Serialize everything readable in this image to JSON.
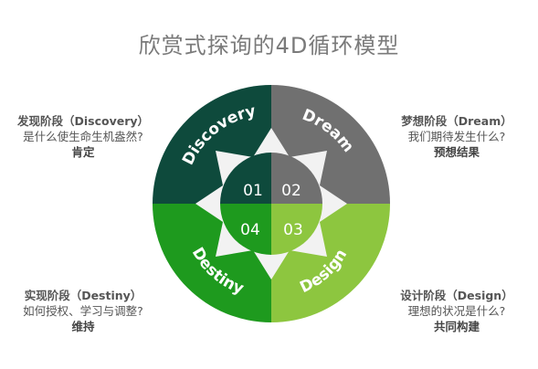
{
  "title": "欣赏式探询的4D循环模型",
  "colors": {
    "discovery": "#0e4a3c",
    "dream": "#707070",
    "destiny": "#1e9a1e",
    "design": "#8dc63f",
    "inner_ring": "#f2f2f2"
  },
  "quadrants": [
    {
      "key": "discovery",
      "label": "Discovery",
      "number": "01"
    },
    {
      "key": "dream",
      "label": "Dream",
      "number": "02"
    },
    {
      "key": "destiny",
      "label": "Destiny",
      "number": "04"
    },
    {
      "key": "design",
      "label": "Design",
      "number": "03"
    }
  ],
  "notes": {
    "discovery": {
      "title": "发现阶段（Discovery）",
      "question": "是什么使生命生机盎然?",
      "answer": "肯定"
    },
    "dream": {
      "title": "梦想阶段（Dream）",
      "question": "我们期待发生什么?",
      "answer": "预想结果"
    },
    "destiny": {
      "title": "实现阶段（Destiny）",
      "question": "如何授权、学习与调整?",
      "answer": "维持"
    },
    "design": {
      "title": "设计阶段（Design）",
      "question": "理想的状况是什么?",
      "answer": "共同构建"
    }
  }
}
